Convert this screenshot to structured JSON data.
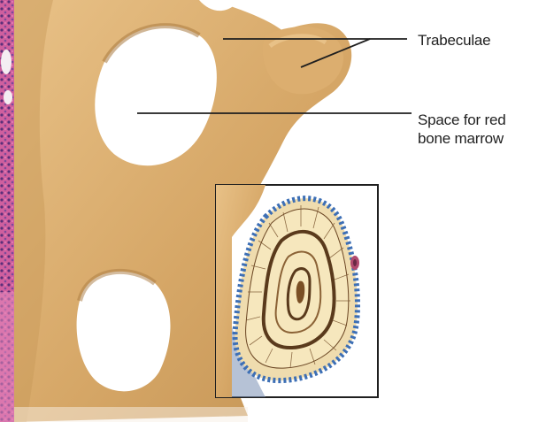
{
  "labels": {
    "trabeculae": "Trabeculae",
    "space_line1": "Space for red",
    "space_line2": "bone marrow"
  },
  "colors": {
    "bone": "#d9ab6b",
    "bone_shadow": "#b9894f",
    "bone_highlight": "#ecc68c",
    "osteon_fill": "#f3e2b2",
    "lamella_line": "#5a3a1c",
    "osteoblast_dots": "#3d6fb5",
    "tissue_pink": "#d76aa6",
    "tissue_purple": "#6b3d86"
  }
}
